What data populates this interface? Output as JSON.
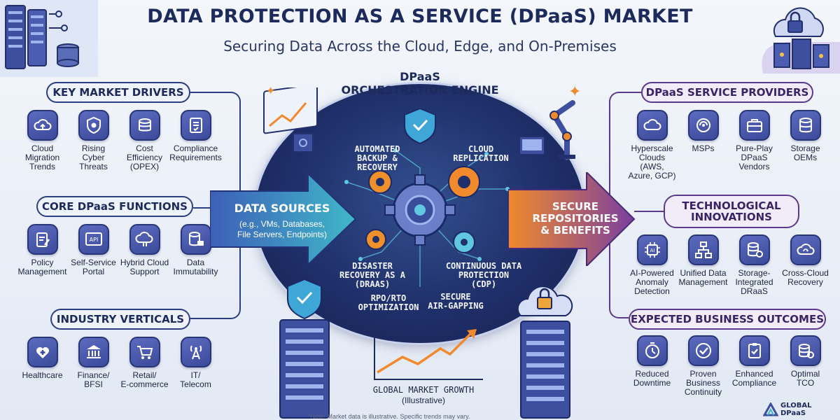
{
  "title": "DATA PROTECTION AS A SERVICE (DPaaS) MARKET",
  "subtitle": "Securing Data Across the Cloud, Edge, and On-Premises",
  "left": {
    "drivers": {
      "heading": "KEY MARKET DRIVERS",
      "items": [
        {
          "label": "Cloud Migration\nTrends",
          "icon": "cloud-upload-icon"
        },
        {
          "label": "Rising\nCyber\nThreats",
          "icon": "virus-shield-icon"
        },
        {
          "label": "Cost Efficiency\n(OPEX)",
          "icon": "coins-icon"
        },
        {
          "label": "Compliance\nRequirements",
          "icon": "checklist-icon"
        }
      ]
    },
    "functions": {
      "heading": "CORE DPaaS FUNCTIONS",
      "items": [
        {
          "label": "Policy\nManagement",
          "icon": "clipboard-edit-icon"
        },
        {
          "label": "Self-Service\nPortal",
          "icon": "api-window-icon"
        },
        {
          "label": "Hybrid Cloud\nSupport",
          "icon": "hybrid-cloud-icon"
        },
        {
          "label": "Data\nImmutability",
          "icon": "database-lock-icon"
        }
      ]
    },
    "verticals": {
      "heading": "INDUSTRY VERTICALS",
      "items": [
        {
          "label": "Healthcare",
          "icon": "heart-plus-icon"
        },
        {
          "label": "Finance/\nBFSI",
          "icon": "bank-icon"
        },
        {
          "label": "Retail/\nE-commerce",
          "icon": "cart-icon"
        },
        {
          "label": "IT/\nTelecom",
          "icon": "tower-icon"
        }
      ]
    }
  },
  "right": {
    "providers": {
      "heading": "DPaaS SERVICE PROVIDERS",
      "items": [
        {
          "label": "Hyperscale\nClouds (AWS,\nAzure, GCP)",
          "icon": "cloud-icon"
        },
        {
          "label": "MSPs",
          "icon": "managed-service-icon"
        },
        {
          "label": "Pure-Play\nDPaaS Vendors",
          "icon": "briefcase-icon"
        },
        {
          "label": "Storage\nOEMs",
          "icon": "storage-icon"
        }
      ]
    },
    "innovations": {
      "heading": "TECHNOLOGICAL\nINNOVATIONS",
      "items": [
        {
          "label": "AI-Powered\nAnomaly\nDetection",
          "icon": "ai-chip-icon"
        },
        {
          "label": "Unified Data\nManagement",
          "icon": "network-icon"
        },
        {
          "label": "Storage-\nIntegrated\nDRaaS",
          "icon": "storage-gear-icon"
        },
        {
          "label": "Cross-Cloud\nRecovery",
          "icon": "cloud-sync-icon"
        }
      ]
    },
    "outcomes": {
      "heading": "EXPECTED BUSINESS OUTCOMES",
      "items": [
        {
          "label": "Reduced\nDowntime",
          "icon": "stopwatch-icon"
        },
        {
          "label": "Proven\nBusiness\nContinuity",
          "icon": "badge-check-icon"
        },
        {
          "label": "Enhanced\nCompliance",
          "icon": "clipboard-check-icon"
        },
        {
          "label": "Optimal\nTCO",
          "icon": "coin-stack-icon"
        }
      ]
    }
  },
  "center": {
    "engine_title": "DPaaS\nORCHESTRATION ENGINE",
    "labels": {
      "backup": "AUTOMATED\nBACKUP &\nRECOVERY",
      "replication": "CLOUD\nREPLICATION",
      "draas": "DISASTER\nRECOVERY AS A\n(DRaaS)",
      "cdp": "CONTINUOUS DATA\nPROTECTION\n(CDP)",
      "rpo": "RPO/RTO\nOPTIMIZATION",
      "airgap": "SECURE\nAIR-GAPPING"
    },
    "input_arrow": {
      "title": "DATA SOURCES",
      "detail": "(e.g., VMs, Databases,\nFile Servers, Endpoints)"
    },
    "output_arrow": {
      "title": "SECURE\nREPOSITORIES\n& BENEFITS"
    },
    "growth": {
      "title": "GLOBAL MARKET GROWTH",
      "note": "(Illustrative)"
    }
  },
  "footnote": "*Note: Market data is illustrative. Specific trends may vary.",
  "logo": "GLOBAL\nDPaaS",
  "colors": {
    "navy": "#1d2a5c",
    "purple": "#5b3a8e",
    "accent_orange": "#f08a2c",
    "accent_teal": "#3fb8c8"
  }
}
